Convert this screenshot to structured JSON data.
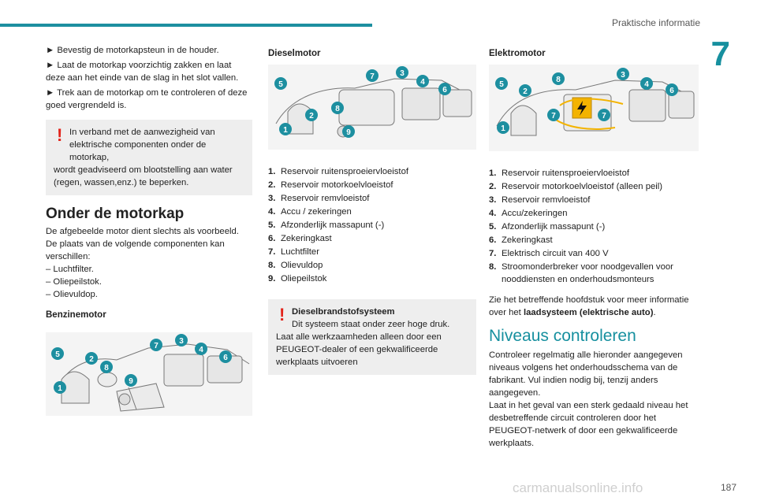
{
  "header": {
    "title": "Praktische informatie",
    "chapter": "7"
  },
  "col1": {
    "steps": [
      "► Bevestig de motorkapsteun in de houder.",
      "► Laat de motorkap voorzichtig zakken en laat deze aan het einde van de slag in het slot vallen.",
      "► Trek aan de motorkap om te controleren of deze goed vergrendeld is."
    ],
    "warning": {
      "line1": "In verband met de aanwezigheid van elektrische componenten onder de motorkap,",
      "line2": "wordt geadviseerd om blootstelling aan water (regen, wassen,enz.) te beperken."
    },
    "heading": "Onder de motorkap",
    "intro1": "De afgebeelde motor dient slechts als voorbeeld.",
    "intro2": "De plaats van de volgende componenten kan verschillen:",
    "variations": [
      "– Luchtfilter.",
      "– Oliepeilstok.",
      "– Olievuldop."
    ],
    "subheading": "Benzinemotor"
  },
  "col2": {
    "heading": "Dieselmotor",
    "items": [
      {
        "n": "1.",
        "t": "Reservoir ruitensproeiervloeistof"
      },
      {
        "n": "2.",
        "t": "Reservoir motorkoelvloeistof"
      },
      {
        "n": "3.",
        "t": "Reservoir remvloeistof"
      },
      {
        "n": "4.",
        "t": "Accu / zekeringen"
      },
      {
        "n": "5.",
        "t": "Afzonderlijk massapunt (-)"
      },
      {
        "n": "6.",
        "t": "Zekeringkast"
      },
      {
        "n": "7.",
        "t": "Luchtfilter"
      },
      {
        "n": "8.",
        "t": "Olievuldop"
      },
      {
        "n": "9.",
        "t": "Oliepeilstok"
      }
    ],
    "warning": {
      "title": "Dieselbrandstofsysteem",
      "line1": "Dit systeem staat onder zeer hoge druk.",
      "line2": "Laat alle werkzaamheden alleen door een PEUGEOT-dealer of een gekwalificeerde werkplaats uitvoeren"
    }
  },
  "col3": {
    "heading": "Elektromotor",
    "items": [
      {
        "n": "1.",
        "t": "Reservoir ruitensproeiervloeistof"
      },
      {
        "n": "2.",
        "t": "Reservoir motorkoelvloeistof (alleen peil)"
      },
      {
        "n": "3.",
        "t": "Reservoir remvloeistof"
      },
      {
        "n": "4.",
        "t": "Accu/zekeringen"
      },
      {
        "n": "5.",
        "t": "Afzonderlijk massapunt (-)"
      },
      {
        "n": "6.",
        "t": "Zekeringkast"
      },
      {
        "n": "7.",
        "t": "Elektrisch circuit van 400 V"
      },
      {
        "n": "8.",
        "t": "Stroomonderbreker voor noodgevallen voor nooddiensten en onderhoudsmonteurs"
      }
    ],
    "ref_text": "Zie het betreffende hoofdstuk voor meer informatie over het ",
    "ref_bold": "laadsysteem (elektrische auto)",
    "ref_end": ".",
    "heading2": "Niveaus controleren",
    "para1": "Controleer regelmatig alle hieronder aangegeven niveaus volgens het onderhoudsschema van de fabrikant. Vul indien nodig bij, tenzij anders aangegeven.",
    "para2": "Laat in het geval van een sterk gedaald niveau het desbetreffende circuit controleren door het PEUGEOT-netwerk of door een gekwalificeerde werkplaats."
  },
  "figures": {
    "petrol_badges": [
      "5",
      "2",
      "1",
      "8",
      "9",
      "7",
      "3",
      "4",
      "6"
    ],
    "diesel_badges": [
      "5",
      "2",
      "1",
      "8",
      "9",
      "7",
      "3",
      "4",
      "6"
    ],
    "electric_badges": [
      "5",
      "2",
      "1",
      "8",
      "7",
      "7",
      "3",
      "4",
      "6"
    ]
  },
  "footer": {
    "page": "187",
    "watermark": "carmanualsonline.info"
  },
  "colors": {
    "accent": "#17909f",
    "warning_mark": "#e2231a",
    "box_bg": "#eeeeee"
  }
}
